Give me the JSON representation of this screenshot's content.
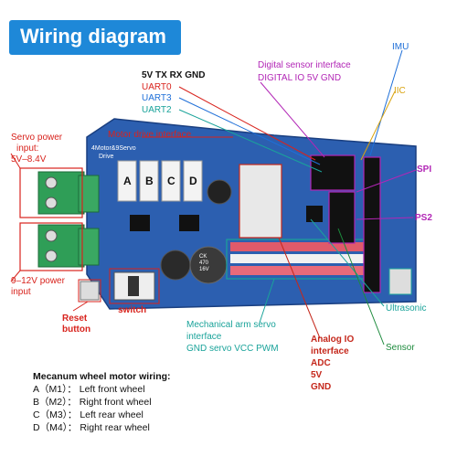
{
  "title": "Wiring diagram",
  "uart_header": "5V TX RX GND",
  "uart0": "UART0",
  "uart3": "UART3",
  "uart2": "UART2",
  "motor_drive": "Motor drive interface",
  "servo_power_1": "Servo power",
  "servo_power_2": "input:",
  "servo_power_3": "5V–8.4V",
  "power_input_1": "9–12V power",
  "power_input_2": "input",
  "reset_1": "Reset",
  "reset_2": "button",
  "switch": "switch",
  "imu": "IMU",
  "digital_sensor_1": "Digital sensor interface",
  "digital_sensor_2": "DIGITAL IO 5V GND",
  "iic": "IIC",
  "spi": "SPI",
  "ps2": "PS2",
  "ultrasonic": "Ultrasonic",
  "sensor": "Sensor",
  "mech_arm_1": "Mechanical arm servo",
  "mech_arm_2": "interface",
  "mech_arm_3": "GND servo VCC PWM",
  "analog_1": "Analog IO",
  "analog_2": "interface",
  "analog_3": "ADC",
  "analog_4": "5V",
  "analog_5": "GND",
  "board_label_1": "4Motor&9Servo",
  "board_label_2": "Drive",
  "motor_letters": [
    "A",
    "B",
    "C",
    "D"
  ],
  "capacitor_1": "CK\n470\n16V",
  "legend": {
    "heading": "Mecanum wheel motor wiring:",
    "rows": [
      "A（M1）： Left front wheel",
      "B（M2）： Right front wheel",
      "C（M3）： Left rear wheel",
      "D（M4）： Right rear wheel"
    ]
  },
  "colors": {
    "title_bg": "#1e88d8",
    "pcb": "#2c5fb0",
    "terminal": "#2f9e57",
    "red": "#d8231d",
    "purple": "#b226b6",
    "teal": "#1aa39a",
    "gold": "#d9a30f"
  }
}
